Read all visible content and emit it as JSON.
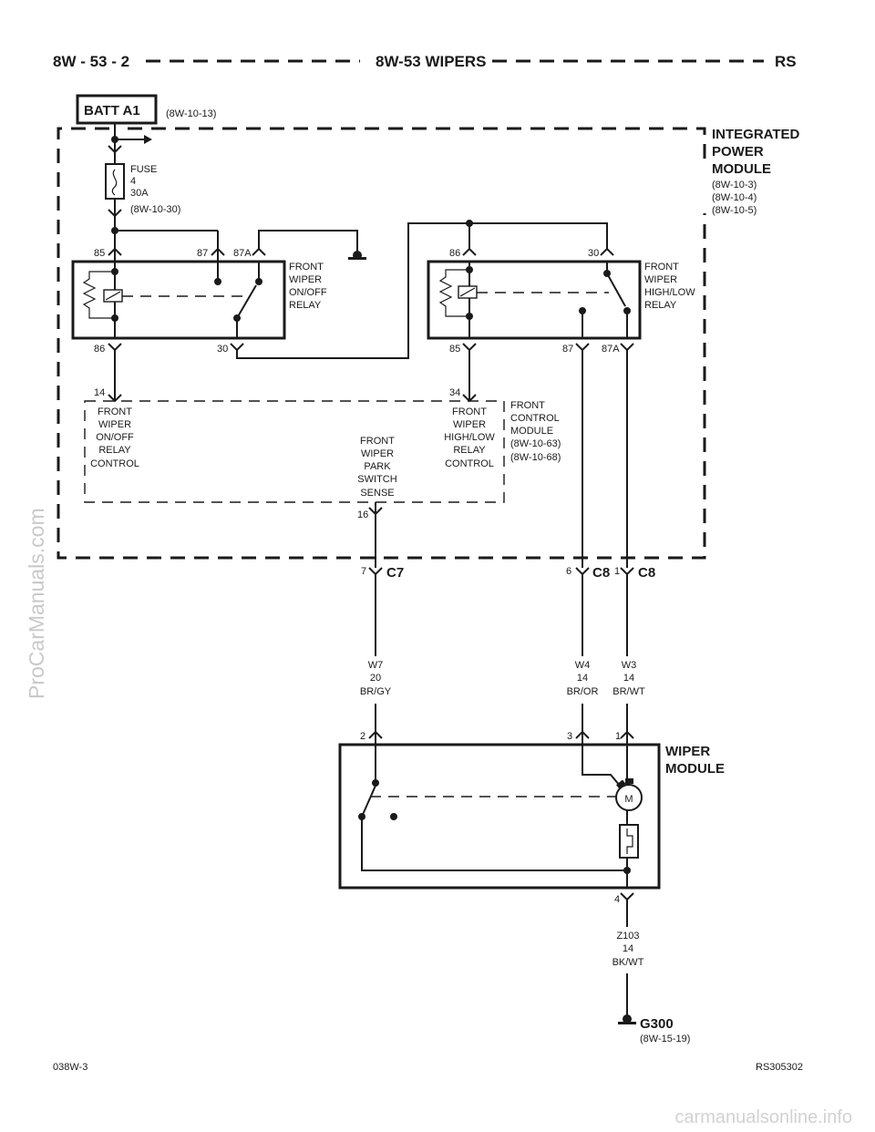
{
  "header": {
    "left": "8W - 53 - 2",
    "center": "8W-53 WIPERS",
    "right": "RS"
  },
  "batt": {
    "label": "BATT A1",
    "ref": "(8W-10-13)"
  },
  "ipm": {
    "title": [
      "INTEGRATED",
      "POWER",
      "MODULE"
    ],
    "refs": [
      "(8W-10-3)",
      "(8W-10-4)",
      "(8W-10-5)"
    ]
  },
  "fuse": {
    "lines": [
      "FUSE",
      "4",
      "30A",
      "(8W-10-30)"
    ]
  },
  "relay_onoff": {
    "label": [
      "FRONT",
      "WIPER",
      "ON/OFF",
      "RELAY"
    ],
    "pins": {
      "p85": "85",
      "p87": "87",
      "p87a": "87A",
      "p86": "86",
      "p30": "30"
    }
  },
  "relay_hilo": {
    "label": [
      "FRONT",
      "WIPER",
      "HIGH/LOW",
      "RELAY"
    ],
    "pins": {
      "p86": "86",
      "p30": "30",
      "p85": "85",
      "p87": "87",
      "p87a": "87A"
    }
  },
  "fcm": {
    "title": [
      "FRONT",
      "CONTROL",
      "MODULE",
      "(8W-10-63)",
      "(8W-10-68)"
    ],
    "pin14": "14",
    "pin34": "34",
    "pin16": "16",
    "onoff_ctrl": [
      "FRONT",
      "WIPER",
      "ON/OFF",
      "RELAY",
      "CONTROL"
    ],
    "park_sense": [
      "FRONT",
      "WIPER",
      "PARK",
      "SWITCH",
      "SENSE"
    ],
    "hilo_ctrl": [
      "FRONT",
      "WIPER",
      "HIGH/LOW",
      "RELAY",
      "CONTROL"
    ]
  },
  "connectors": {
    "c7_pin": "7",
    "c7": "C7",
    "c8a_pin": "6",
    "c8a": "C8",
    "c8b_pin": "1",
    "c8b": "C8"
  },
  "wires": {
    "w7": [
      "W7",
      "20",
      "BR/GY"
    ],
    "w4": [
      "W4",
      "14",
      "BR/OR"
    ],
    "w3": [
      "W3",
      "14",
      "BR/WT"
    ],
    "z103": [
      "Z103",
      "14",
      "BK/WT"
    ]
  },
  "wiper_module": {
    "title": [
      "WIPER",
      "MODULE"
    ],
    "pin2": "2",
    "pin3": "3",
    "pin1": "1",
    "pin4": "4",
    "motor": "M"
  },
  "ground": {
    "label": "G300",
    "ref": "(8W-15-19)"
  },
  "footer": {
    "left": "038W-3",
    "right": "RS305302"
  },
  "watermark": {
    "side": "ProCarManuals.com",
    "bottom": "carmanualsonline.info"
  }
}
